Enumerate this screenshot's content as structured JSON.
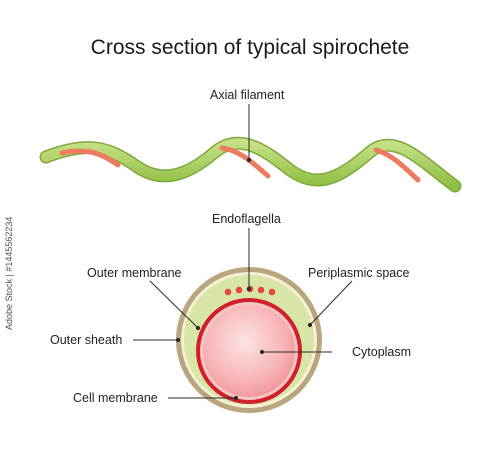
{
  "diagram": {
    "title": "Cross section of typical spirochete",
    "labels": {
      "axial_filament": "Axial filament",
      "endoflagella": "Endoflagella",
      "outer_membrane": "Outer membrane",
      "periplasmic_space": "Periplasmic space",
      "outer_sheath": "Outer sheath",
      "cytoplasm": "Cytoplasm",
      "cell_membrane": "Cell membrane"
    }
  },
  "watermark": {
    "side_id": "Adobe Stock | #1445562234"
  },
  "colors": {
    "spirochete_body": "#a9cf5b",
    "axial_filament": "#ee7a62",
    "outer_sheath": "#b9a57f",
    "periplasm": "#d7e6a6",
    "cell_membrane": "#d11f2c",
    "cytoplasm": "#f7b5b8",
    "endoflagella": "#e8473c",
    "leader_line": "#2b2b2b"
  }
}
